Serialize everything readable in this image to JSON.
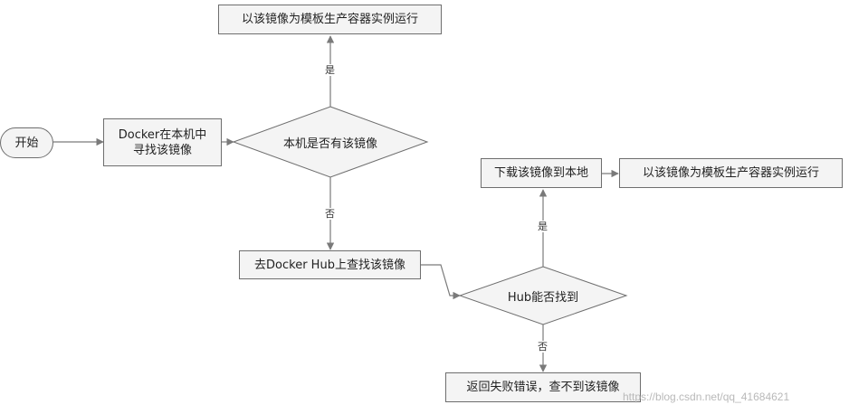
{
  "nodes": {
    "start": "开始",
    "docker_search_local": "Docker在本机中\n寻找该镜像",
    "check_local": "本机是否有该镜像",
    "run_local": "以该镜像为模板生产容器实例运行",
    "search_hub": "去Docker Hub上查找该镜像",
    "check_hub": "Hub能否找到",
    "download": "下载该镜像到本地",
    "run_downloaded": "以该镜像为模板生产容器实例运行",
    "error": "返回失败错误，查不到该镜像"
  },
  "edges": {
    "local_yes": "是",
    "local_no": "否",
    "hub_yes": "是",
    "hub_no": "否"
  },
  "watermark": "https://blog.csdn.net/qq_41684621",
  "colors": {
    "node_fill": "#f4f4f4",
    "node_border": "#6e6e6e",
    "arrow": "#7a7a7a"
  }
}
